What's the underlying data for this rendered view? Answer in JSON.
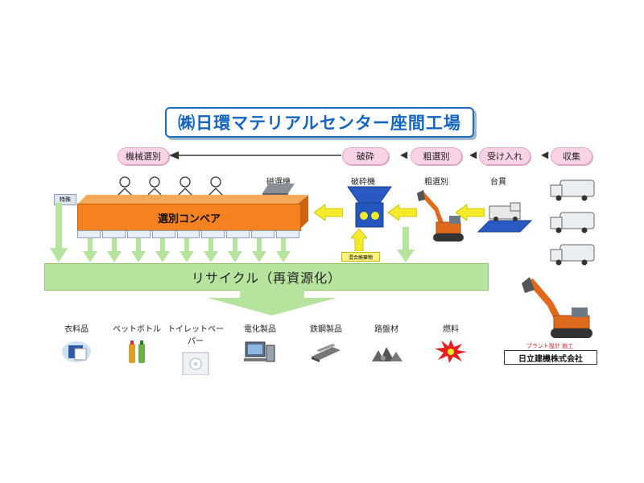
{
  "title": "㈱日環マテリアルセンター座間工場",
  "process_flow": {
    "steps": [
      "収集",
      "受け入れ",
      "粗選別",
      "破砕",
      "機械選別"
    ]
  },
  "equipment_labels": {
    "magnet": "磁選機",
    "crusher": "破砕機",
    "rough_sort": "粗選別",
    "platform": "台貫",
    "manual": "特殊",
    "mixed_waste": "混合廃棄物"
  },
  "conveyor": {
    "label": "選別コンベア"
  },
  "recycle": {
    "label": "リサイクル（再資源化）"
  },
  "products": [
    {
      "label": "衣料品",
      "icon": "clothing-icon"
    },
    {
      "label": "ペットボトル",
      "icon": "pet-bottle-icon"
    },
    {
      "label": "トイレットペーパー",
      "icon": "toilet-paper-icon"
    },
    {
      "label": "電化製品",
      "icon": "appliance-icon"
    },
    {
      "label": "鉄鋼製品",
      "icon": "steel-icon"
    },
    {
      "label": "路盤材",
      "icon": "roadbed-icon"
    },
    {
      "label": "燃料",
      "icon": "fuel-icon"
    }
  ],
  "company": {
    "name": "日立建機株式会社",
    "note": "プラント設計 施工"
  },
  "colors": {
    "title_blue": "#1565c0",
    "pill_pink": "#f8d3e6",
    "conveyor_orange": "#f48220",
    "recycle_green": "#b6e39d",
    "arrow_yellow": "#f3ea2a"
  }
}
